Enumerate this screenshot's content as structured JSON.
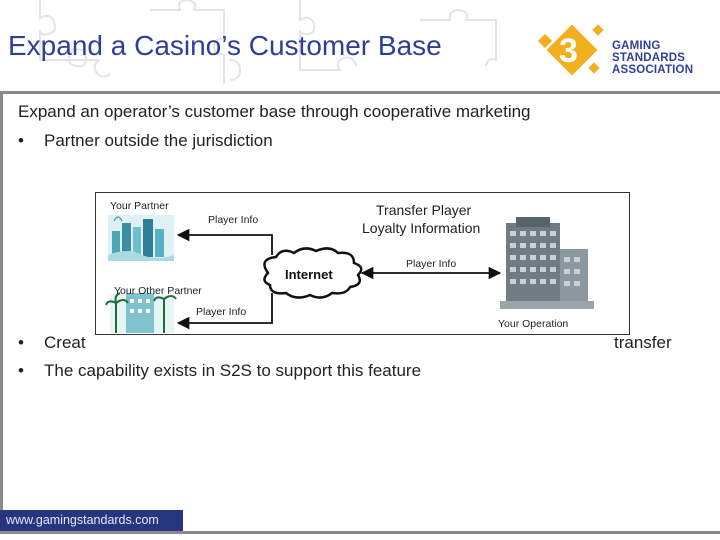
{
  "slide": {
    "title": "Expand a Casino’s Customer Base",
    "logo": {
      "line1": "GAMING",
      "line2": "STANDARDS",
      "line3": "ASSOCIATION"
    },
    "intro": "Expand an operator’s customer base through cooperative marketing",
    "bullets_top": [
      "Partner outside the jurisdiction"
    ],
    "bullets_bottom": [
      "Creat",
      "transfer",
      "The capability exists in S2S to support this feature"
    ],
    "bullet_char": "•",
    "footer": "www.gamingstandards.com"
  },
  "diagram": {
    "your_partner": "Your Partner",
    "player_info_1": "Player Info",
    "transfer_title_1": "Transfer Player",
    "transfer_title_2": "Loyalty Information",
    "internet": "Internet",
    "player_info_2": "Player Info",
    "your_other_partner": "Your Other Partner",
    "player_info_3": "Player Info",
    "your_operation": "Your Operation"
  },
  "colors": {
    "title": "#2e3f99",
    "logo_mark": "#f2b01e",
    "footer_bg": "#26357f",
    "rule": "#8a8a8a"
  }
}
